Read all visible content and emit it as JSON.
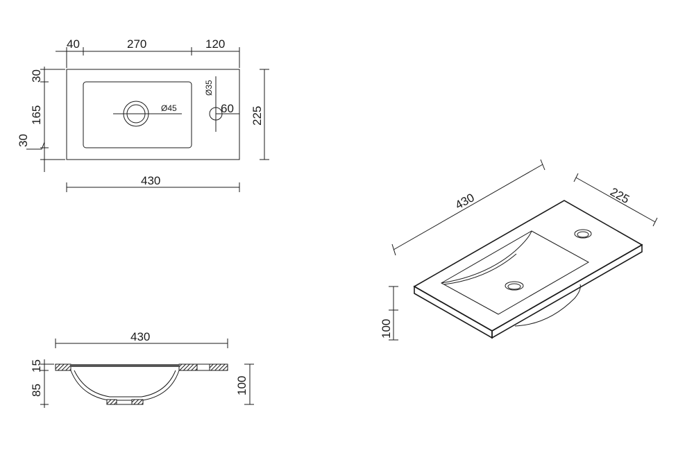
{
  "top_view": {
    "offset_left": "40",
    "basin_width": "270",
    "offset_right": "120",
    "offset_top": "30",
    "basin_height": "165",
    "offset_bottom": "30",
    "drain_diameter": "Ø45",
    "tap_hole_diameter": "Ø35",
    "tap_hole_offset": "60",
    "total_depth": "225",
    "total_width": "430"
  },
  "section_view": {
    "total_width": "430",
    "rim_thickness": "15",
    "bowl_depth": "85",
    "total_height": "100"
  },
  "iso_view": {
    "width": "430",
    "depth": "225",
    "height": "100"
  }
}
